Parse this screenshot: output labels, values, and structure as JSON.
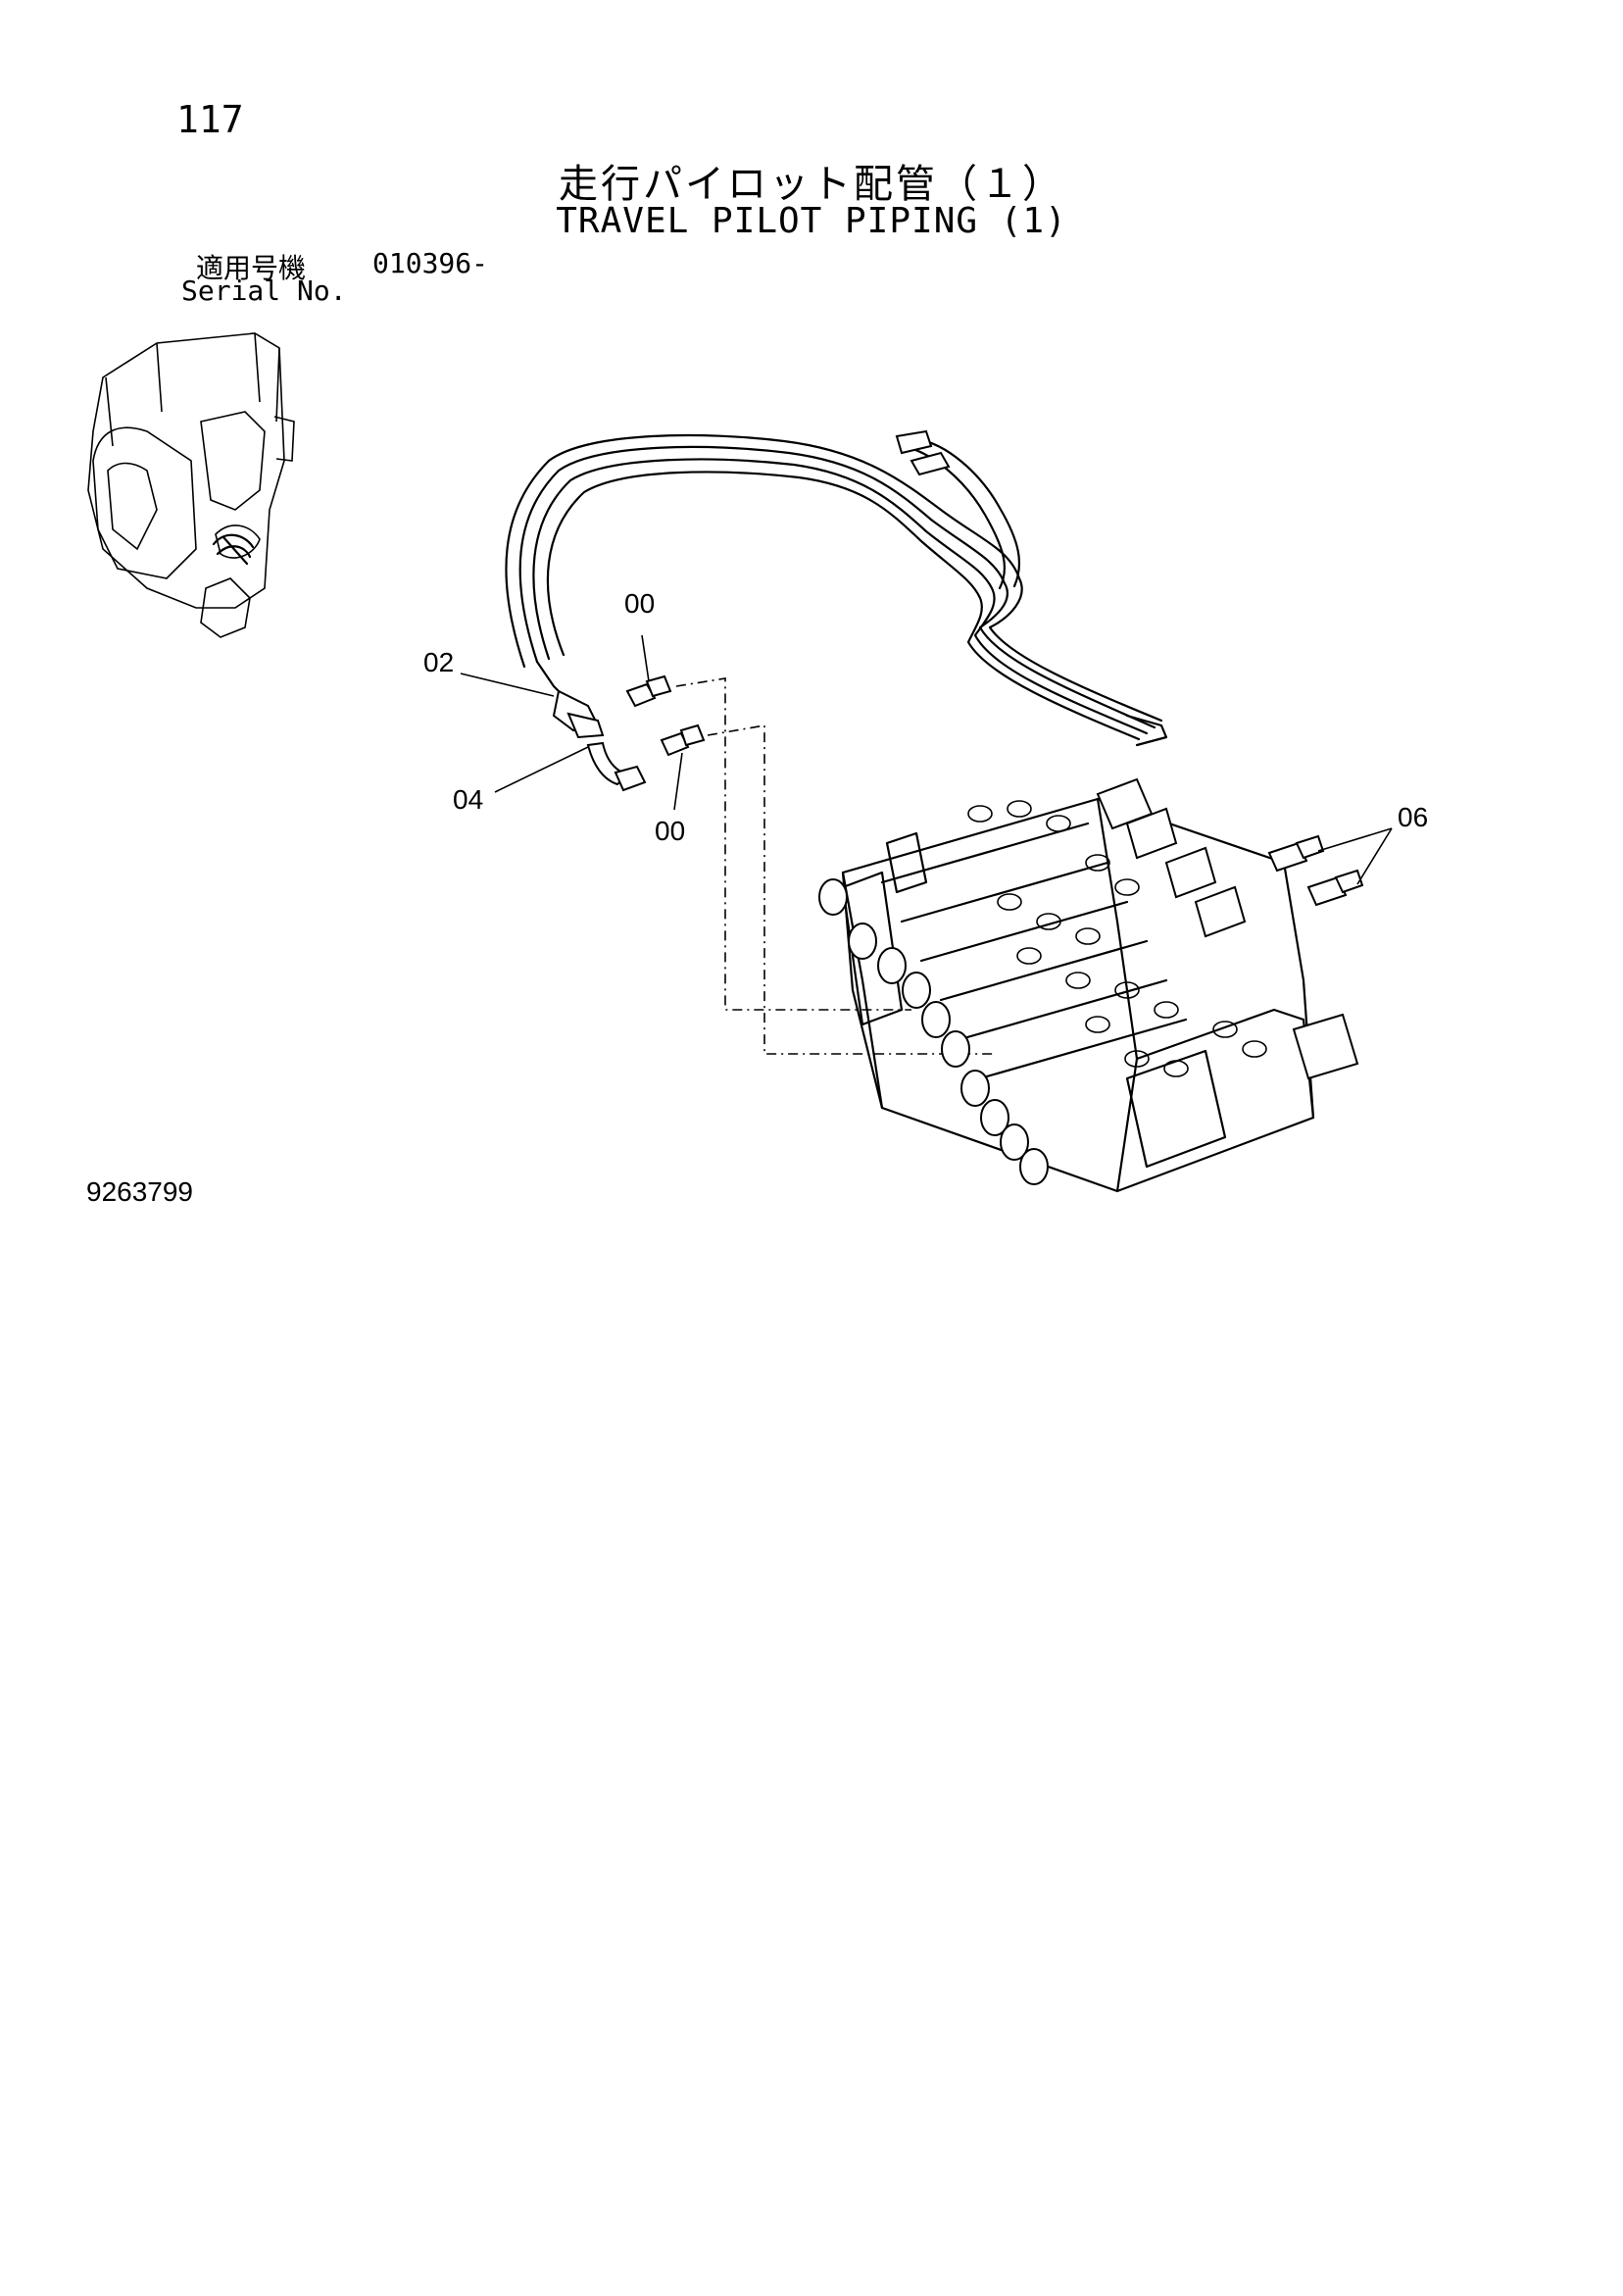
{
  "header": {
    "page_number": "117",
    "title_jp": "走行パイロット配管（１）",
    "title_en": "TRAVEL PILOT PIPING (1)",
    "serial_label_jp": "適用号機",
    "serial_value": "010396-",
    "serial_label_en": "Serial No."
  },
  "callouts": [
    {
      "id": "c1",
      "text": "00"
    },
    {
      "id": "c2",
      "text": "02"
    },
    {
      "id": "c3",
      "text": "04"
    },
    {
      "id": "c4",
      "text": "00"
    },
    {
      "id": "c5",
      "text": "06"
    }
  ],
  "footer": {
    "doc_code": "9263799"
  }
}
